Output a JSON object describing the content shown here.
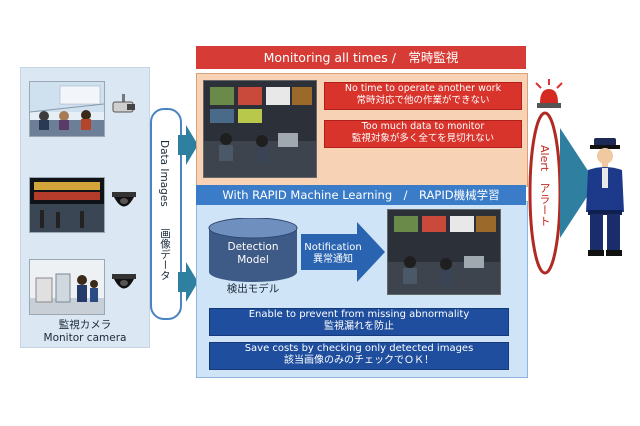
{
  "left_panel": {
    "label_ja": "監視カメラ",
    "label_en": "Monitor camera"
  },
  "data_images": {
    "label_en": "Data Images",
    "label_ja": "画像データ"
  },
  "top_section": {
    "header": "Monitoring all times /　常時監視",
    "issue1_en": "No time to operate another work",
    "issue1_ja": "常時対応で他の作業ができない",
    "issue2_en": "Too much data to monitor",
    "issue2_ja": "監視対象が多く全てを見切れない"
  },
  "bottom_section": {
    "header": "With RAPID Machine Learning　/　RAPID機械学習",
    "model_line1": "Detection",
    "model_line2": "Model",
    "model_ja": "検出モデル",
    "notify_en": "Notification",
    "notify_ja": "異常通知",
    "benefit1_en": "Enable to prevent from missing abnormality",
    "benefit1_ja": "監視漏れを防止",
    "benefit2_en": "Save costs by checking only detected images",
    "benefit2_ja": "該当画像のみのチェックでＯＫ！"
  },
  "alert": {
    "label": "Alert　アラート"
  },
  "colors": {
    "red": "#d63c35",
    "blue": "#3a7cc8",
    "navy": "#1f4e9e",
    "arrow": "#2e7fa0"
  }
}
